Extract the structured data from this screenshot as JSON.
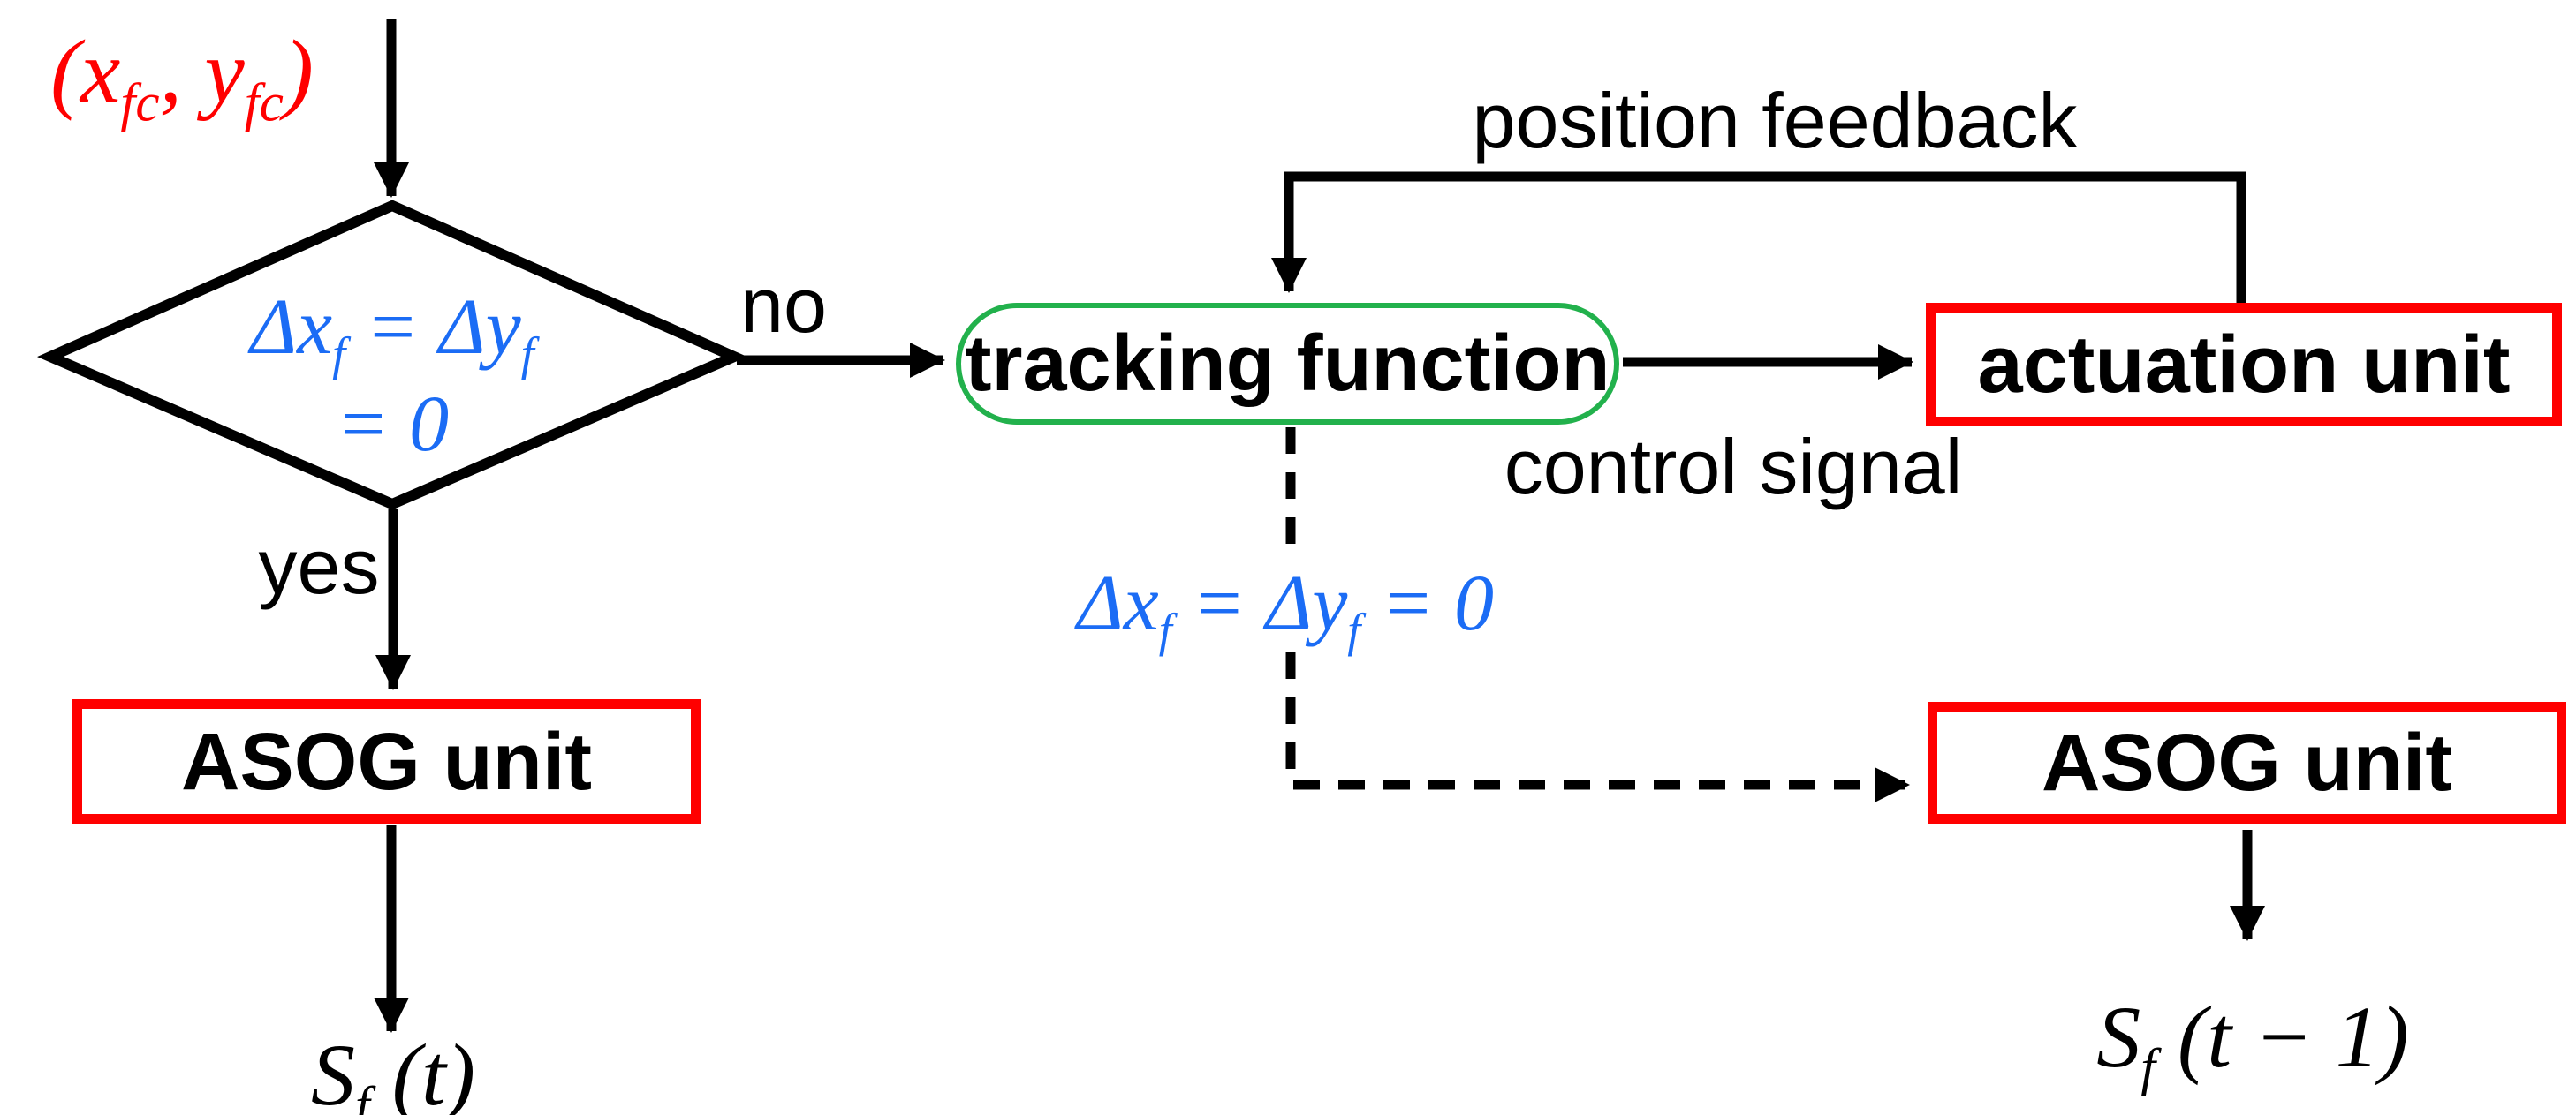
{
  "colors": {
    "red": "#ff0000",
    "green": "#22b14c",
    "blue": "#1b6cf5",
    "black": "#000000"
  },
  "labels": {
    "input_coords": "(x_{fc}, y_{fc})",
    "branch_no": "no",
    "branch_yes": "yes",
    "position_feedback": "position feedback",
    "control_signal": "control signal",
    "condition_mid": "Δx_{f} = Δy_{f} = 0",
    "output_left": "S_{f} (t)",
    "output_right": "S_{f} (t − 1)"
  },
  "nodes": {
    "decision": {
      "line1": "Δx_{f} = Δy_{f}",
      "line2": "= 0"
    },
    "tracking": {
      "label": "tracking function"
    },
    "actuation": {
      "label": "actuation unit"
    },
    "asog_left": {
      "label": "ASOG unit"
    },
    "asog_right": {
      "label": "ASOG unit"
    }
  }
}
